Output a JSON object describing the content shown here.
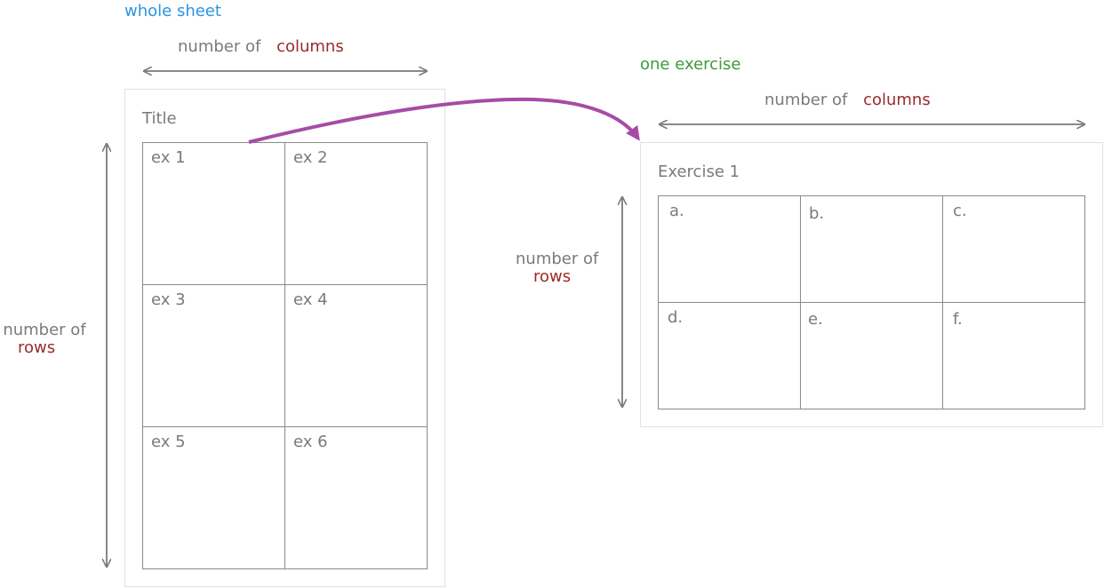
{
  "whole_sheet": {
    "caption": "whole sheet",
    "columns_label_prefix": "number of",
    "columns_label_word": "columns",
    "rows_label_prefix": "number of",
    "rows_label_word": "rows",
    "title": "Title",
    "cells": [
      "ex 1",
      "ex 2",
      "ex 3",
      "ex 4",
      "ex 5",
      "ex 6"
    ]
  },
  "one_exercise": {
    "caption": "one exercise",
    "columns_label_prefix": "number of",
    "columns_label_word": "columns",
    "rows_label_prefix": "number of",
    "rows_label_word": "rows",
    "title": "Exercise 1",
    "cells": [
      "a.",
      "b.",
      "c.",
      "d.",
      "e.",
      "f."
    ]
  },
  "colors": {
    "caption_whole": "#2a95e0",
    "caption_one": "#3d9a3d",
    "keyword": "#9a2a2a",
    "connector_arrow": "#a64ca6"
  }
}
